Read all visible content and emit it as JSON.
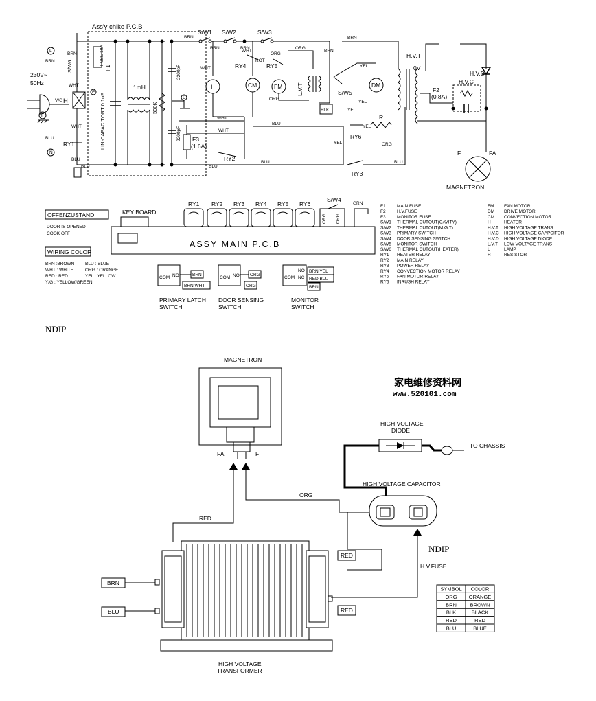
{
  "schematic": {
    "pcb_title": "Ass'y chike P.C.B",
    "mains": [
      "230V~",
      "50Hz"
    ],
    "terminals": {
      "L": "L",
      "E": "E",
      "F": "F",
      "N": "N"
    },
    "switches": {
      "sw1": "S/W1",
      "sw2": "S/W2",
      "sw3": "S/W3",
      "sw4": "S/W4",
      "sw5": "S/W5",
      "sw6": "S/W6"
    },
    "relays": {
      "ry1": "RY1",
      "ry2": "RY2",
      "ry3": "RY3",
      "ry4": "RY4",
      "ry5": "RY5",
      "ry6": "RY6"
    },
    "fuse_f1": "F1",
    "fuse_10a": "FUSE 10A",
    "fuse_f2": "F2",
    "fuse_f2_rating": "(0.8A)",
    "fuse_f3": "F3",
    "fuse_f3_rating": "(1.6A)",
    "inductor": "1mH",
    "line_cap": "LIN-CAPACITORT 0.1uF",
    "resistor_500k": "500K",
    "cap_2200_top": "2200pF",
    "cap_2200_bot": "2200pF",
    "heater": "H",
    "lamp": "L",
    "conv_motor": "CM",
    "fan_motor": "FM",
    "drive_motor": "DM",
    "lvt": "L.V.T",
    "hvt": "H.V.T",
    "zero_v": "0V",
    "hvd": "H.V.D",
    "hvc": "H.V.C",
    "resistor_r": "R",
    "rot": "ROT",
    "magnetron": "MAGNETRON",
    "f_lbl": "F",
    "fa_lbl": "FA",
    "wire_colors": {
      "brn": "BRN",
      "wht": "WHT",
      "blu": "BLU",
      "org": "ORG",
      "yel": "YEL",
      "blk": "BLK",
      "grn": "GRN",
      "vg": "V/G"
    }
  },
  "main_pcb": {
    "keyboard": "KEY BOARD",
    "title": "ASSY MAIN P.C.B"
  },
  "offenzustand": {
    "title": "OFFENZUSTAND",
    "lines": [
      "DOOR IS OPENED",
      "COOK OFF"
    ]
  },
  "wiring_color": {
    "title": "WIRING COLOR",
    "left": [
      "BRN :BROWN",
      "WHT : WHITE",
      "RED : RED",
      "Y/G : YELLOW/GREEN"
    ],
    "right": [
      "BLU : BLUE",
      "ORG : ORANGE",
      "YEL : YELLOW"
    ]
  },
  "switch_diagrams": [
    {
      "name": "PRIMARY LATCH",
      "name2": "SWITCH",
      "com": "COM",
      "no": "NO",
      "top": "BRN",
      "bottom": "BRN  WHT"
    },
    {
      "name": "DOOR SENSING",
      "name2": "SWITCH",
      "com": "COM",
      "no": "NO",
      "top": "ORG",
      "bottom": "ORG"
    },
    {
      "name": "MONITOR",
      "name2": "SWITCH",
      "com": "COM",
      "no": "NO",
      "nc": "NC",
      "top": "BRN  YEL",
      "mid": "RED  BLU",
      "bottom": "BRN"
    }
  ],
  "legend_left": [
    {
      "code": "F1",
      "desc": "MAIN FUSE"
    },
    {
      "code": "F2",
      "desc": "H.V.FUSE"
    },
    {
      "code": "F3",
      "desc": "MONITOR FUSE"
    },
    {
      "code": "S/W1",
      "desc": "THERMAL CUTOUT(CAVITY)"
    },
    {
      "code": "S/W2",
      "desc": "THERMAL CUTOUT(M.G.T)"
    },
    {
      "code": "S/W3",
      "desc": "PRIMARY SWITCH"
    },
    {
      "code": "S/W4",
      "desc": "DOOR SENSING SWITCH"
    },
    {
      "code": "S/W5",
      "desc": "MONITOR SWITCH"
    },
    {
      "code": "S/W6",
      "desc": "THERMAL CUTOUT(HEATER)"
    },
    {
      "code": "RY1",
      "desc": "HEATER RELAY"
    },
    {
      "code": "RY2",
      "desc": "MAIN RELAY"
    },
    {
      "code": "RY3",
      "desc": "POWER RELAY"
    },
    {
      "code": "RY4",
      "desc": "CONVECTION MOTOR RELAY"
    },
    {
      "code": "RY5",
      "desc": "FAN MOTOR RELAY"
    },
    {
      "code": "RY6",
      "desc": "INRUSH RELAY"
    }
  ],
  "legend_right": [
    {
      "code": "FM",
      "desc": "FAN MOTOR"
    },
    {
      "code": "DM",
      "desc": "DRIVE MOTOR"
    },
    {
      "code": "CM",
      "desc": "CONVECTION MOTOR"
    },
    {
      "code": "H",
      "desc": "HEATER"
    },
    {
      "code": "H.V.T",
      "desc": "HIGH VOLTAGE TRANS"
    },
    {
      "code": "H.V.C",
      "desc": "HIGH VOLTAGE CAAPCITOR"
    },
    {
      "code": "H.V.D",
      "desc": "HIGH VOLTAGE DIODE"
    },
    {
      "code": "L.V.T",
      "desc": "LOW VOLTAGE TRANS"
    },
    {
      "code": "L",
      "desc": "LAMP"
    },
    {
      "code": "R",
      "desc": "RESISTOR"
    }
  ],
  "watermark_top": "NDIP",
  "watermark_mid": "NDIP",
  "site_cn": "家电维修资料网",
  "site_url": "www.520101.com",
  "hv": {
    "magnetron": "MAGNETRON",
    "fa": "FA",
    "f": "F",
    "diode": "HIGH VOLTAGE",
    "diode2": "DIODE",
    "to_chassis": "TO CHASSIS",
    "capacitor": "HIGH VOLTAGE CAPACITOR",
    "org": "ORG",
    "red_top": "RED",
    "red_mid": "RED",
    "red_bottom": "RED",
    "brn": "BRN",
    "blu": "BLU",
    "hv_fuse": "H.V.FUSE",
    "transformer": "HIGH VOLTAGE",
    "transformer2": "TRANSFORMER"
  },
  "symbol_table": {
    "headers": [
      "SYMBOL",
      "COLOR"
    ],
    "rows": [
      [
        "ORG",
        "ORANGE"
      ],
      [
        "BRN",
        "BROWN"
      ],
      [
        "BLK",
        "BLACK"
      ],
      [
        "RED",
        "RED"
      ],
      [
        "BLU",
        "BLUE"
      ]
    ]
  }
}
